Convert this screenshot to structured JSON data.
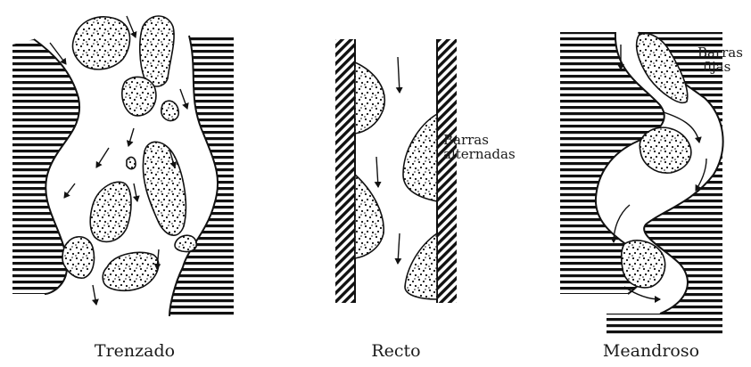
{
  "panels": {
    "braided": {
      "caption": "Trenzado"
    },
    "straight": {
      "caption": "Recto",
      "annotation_line1": "Barras",
      "annotation_line2": "alternadas"
    },
    "meandering": {
      "caption": "Meandroso",
      "annotation_line1": "Barras",
      "annotation_line2": "fijas"
    }
  }
}
